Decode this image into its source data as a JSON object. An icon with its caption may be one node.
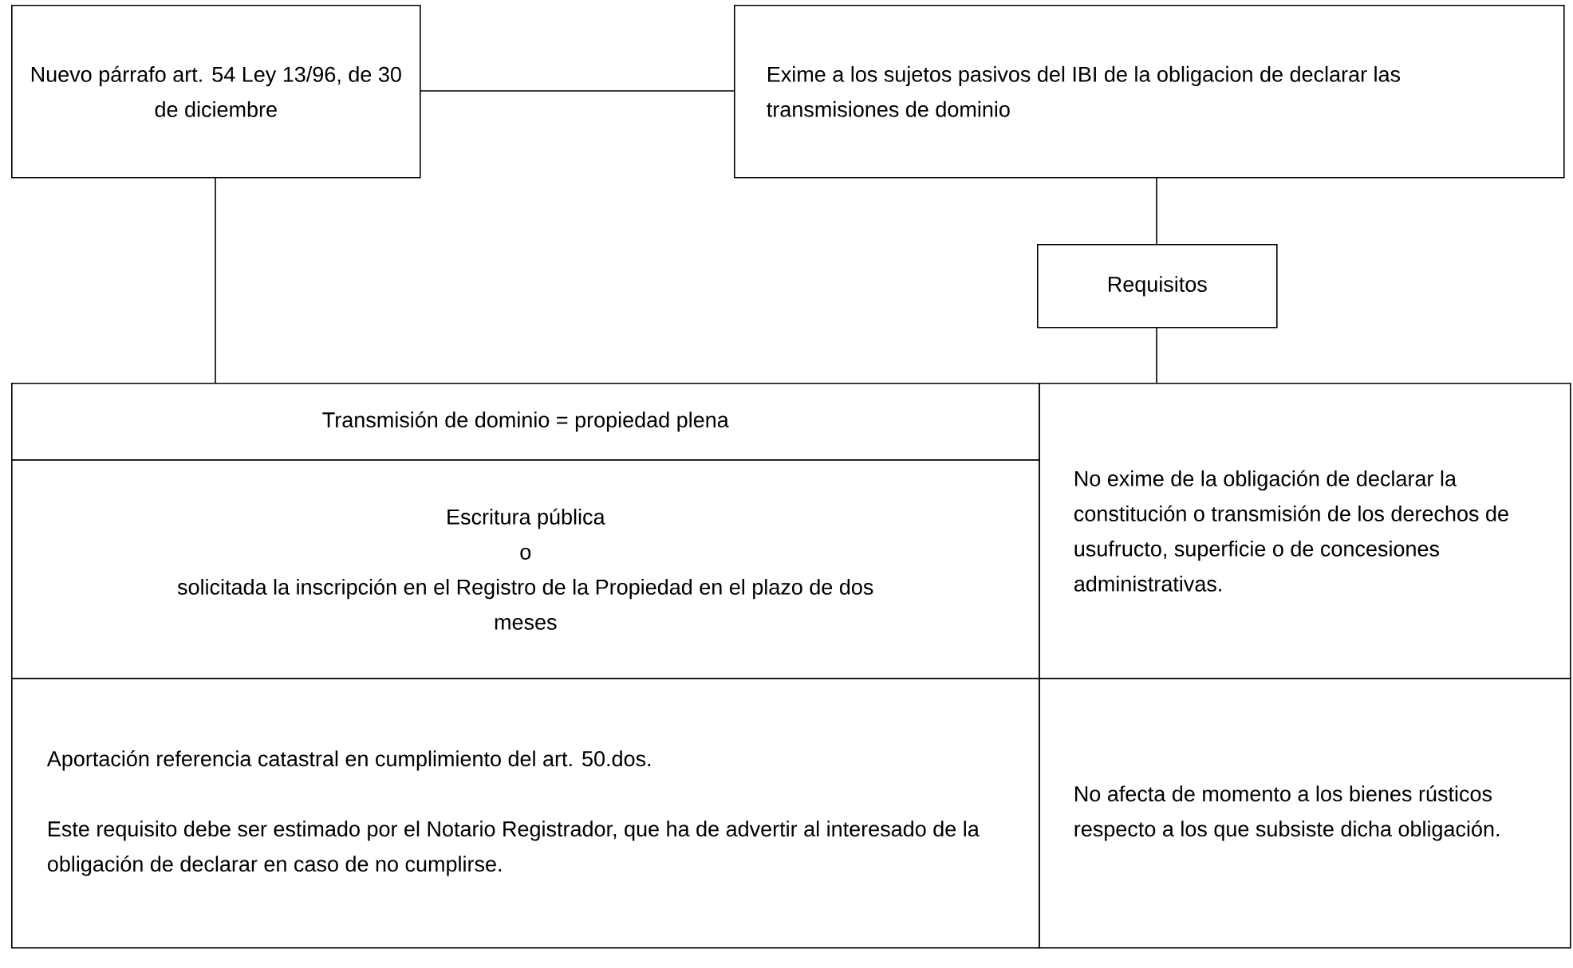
{
  "diagram": {
    "nodes": [
      {
        "text": [
          "Nuevo párrafo art. 54 Ley 13/96, de 30 de diciembre"
        ]
      },
      {
        "text": [
          "Exime a los sujetos pasivos del IBI de la obligacion de declarar las transmisiones de dominio"
        ]
      },
      {
        "text": [
          "Requisitos"
        ]
      },
      {
        "text": [
          "Transmisión de dominio = propiedad plena"
        ]
      },
      {
        "text": [
          "Escritura pública",
          "o",
          "solicitada la inscripción en el Registro de la Propiedad en el plazo de dos meses"
        ]
      },
      {
        "text": [
          "No exime de la obligación de declarar la constitución o transmisión de los derechos de usufructo, superficie o de concesiones administrativas."
        ]
      },
      {
        "text": [
          "Aportación referencia catastral en cumplimiento del art. 50.dos.",
          "Este requisito debe ser estimado por el Notario Registrador, que ha de advertir al interesado de la obligación de declarar en caso de no cumplirse."
        ]
      },
      {
        "text": [
          "No afecta de momento a los bienes rústicos respecto a los que subsiste dicha obligación."
        ]
      }
    ],
    "edges": [
      {
        "from": 0,
        "to": 1,
        "arrow": "none"
      },
      {
        "from": 1,
        "to": 2,
        "arrow": "none"
      },
      {
        "from": 2,
        "to": 5,
        "arrow": "none"
      },
      {
        "from": 0,
        "to": 3,
        "arrow": "none"
      }
    ]
  }
}
